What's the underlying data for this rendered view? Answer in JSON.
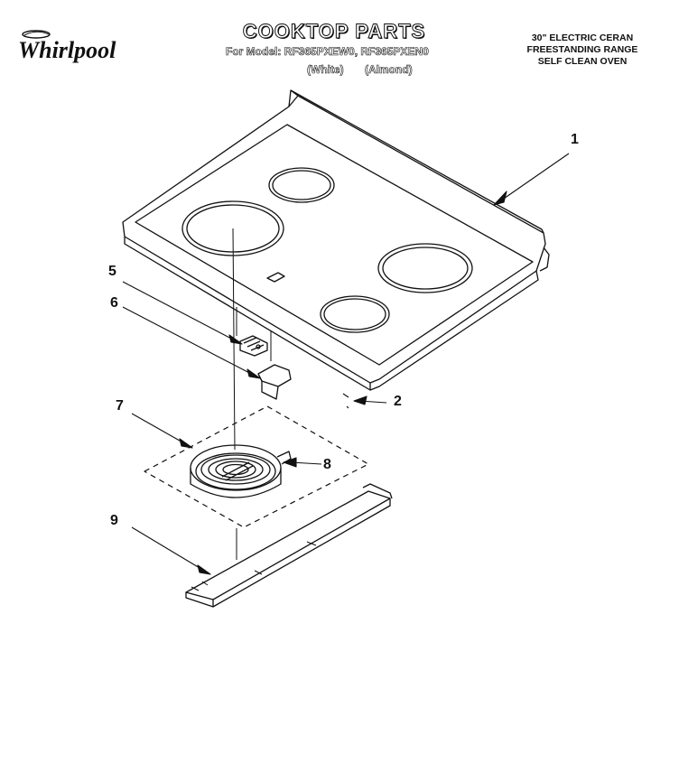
{
  "header": {
    "brand": "Whirlpool",
    "title": "COOKTOP PARTS",
    "model_prefix": "For Model:",
    "models": "RF365PXEW0, RF365PXEN0",
    "variants": [
      "(White)",
      "(Almond)"
    ],
    "product_lines": [
      "30\" ELECTRIC CERAN",
      "FREESTANDING RANGE",
      "SELF CLEAN OVEN"
    ]
  },
  "callouts": [
    "1",
    "2",
    "5",
    "6",
    "7",
    "8",
    "9"
  ]
}
